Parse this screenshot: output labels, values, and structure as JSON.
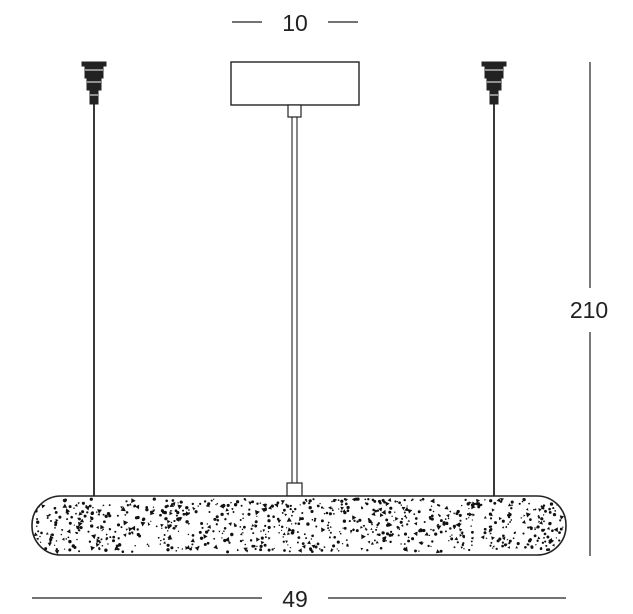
{
  "diagram": {
    "dimensions": {
      "canopy_width": "10",
      "total_height": "210",
      "body_width": "49"
    },
    "colors": {
      "line": "#222222",
      "speckle": "#111111",
      "background": "#ffffff"
    }
  }
}
